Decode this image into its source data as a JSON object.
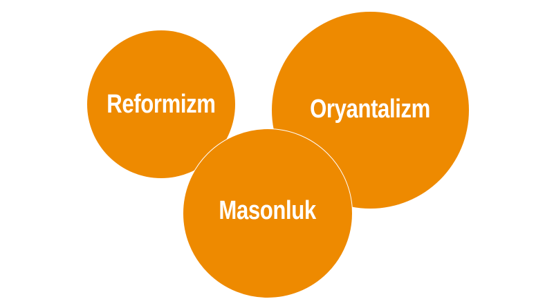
{
  "colors": {
    "circle_fill": "#ee8a00",
    "label_text": "#ffffff",
    "background": "#ffffff"
  },
  "circles": [
    {
      "label": "Reformizm"
    },
    {
      "label": "Oryantalizm"
    },
    {
      "label": "Masonluk"
    }
  ]
}
